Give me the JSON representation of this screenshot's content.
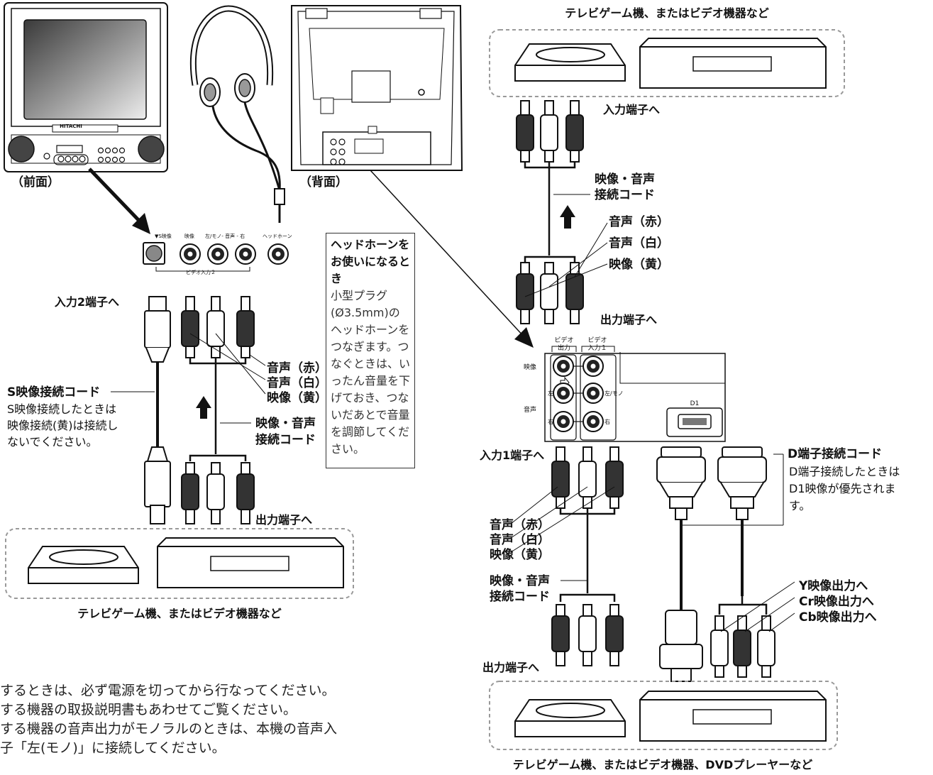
{
  "front_label": "（前面）",
  "rear_label": "（背面）",
  "brand": "HITACHI",
  "front_panel": {
    "s_video": "▼S映像",
    "video": "映像",
    "audio": "左/モノ- 音声 - 右",
    "headphone": "ヘッドホーン",
    "video_input2": "ビデオ入力２"
  },
  "left_section": {
    "input2_to": "入力2端子へ",
    "s_cord_title": "S映像接続コード",
    "s_cord_note": [
      "S映像接続したときは",
      "映像接続(黄)は接続し",
      "ないでください。"
    ],
    "audio_red": "音声（赤）",
    "audio_white": "音声（白）",
    "video_yellow": "映像（黄）",
    "av_cord": [
      "映像・音声",
      "接続コード"
    ],
    "output_to": "出力端子へ",
    "device_caption": "テレビゲーム機、またはビデオ機器など"
  },
  "headphone_tip": {
    "title": "ヘッドホーンをお使いになるとき",
    "body": "小型プラグ(Ø3.5mm)のヘッドホーンをつなぎます。つなぐときは、いったん音量を下げておき、つないだあとで音量を調節してください。"
  },
  "right_top": {
    "device_caption": "テレビゲーム機、またはビデオ機器など",
    "input_to": "入力端子へ",
    "av_cord": [
      "映像・音声",
      "接続コード"
    ],
    "audio_red": "音声（赤）",
    "audio_white": "音声（白）",
    "video_yellow": "映像（黄）",
    "output_to": "出力端子へ"
  },
  "rear_panel": {
    "video_out": [
      "ビデオ",
      "出力"
    ],
    "video_in1": [
      "ビデオ",
      "入力１"
    ],
    "row_video": "映像",
    "row_audio": "音声",
    "left": "左",
    "right": "右",
    "left_mono": "左/モノ",
    "d1": "D1"
  },
  "right_bottom": {
    "input1_to": "入力1端子へ",
    "d_cord_title": "D端子接続コード",
    "d_cord_note": [
      "D端子接続したときは",
      "D1映像が優先されま",
      "す。"
    ],
    "audio_red": "音声（赤）",
    "audio_white": "音声（白）",
    "video_yellow": "映像（黄）",
    "av_cord": [
      "映像・音声",
      "接続コード"
    ],
    "y_out": "Y映像出力へ",
    "cr_out": "Cr映像出力へ",
    "cb_out": "Cb映像出力へ",
    "output_to": "出力端子へ",
    "device_caption": "テレビゲーム機、またはビデオ機器、DVDプレーヤーなど"
  },
  "notes": [
    "するときは、必ず電源を切ってから行なってください。",
    "する機器の取扱説明書もあわせてご覧ください。",
    "する機器の音声出力がモノラルのときは、本機の音声入",
    "子「左(モノ)」に接続してください。"
  ]
}
